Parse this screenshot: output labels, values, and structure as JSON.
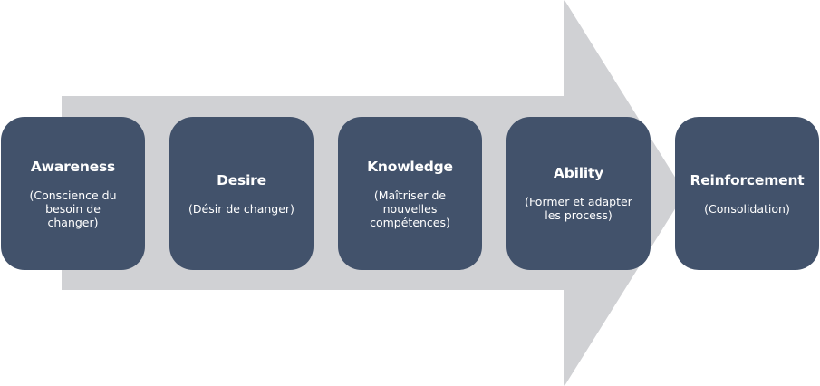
{
  "diagram": {
    "type": "process-arrow",
    "colors": {
      "arrow": "#d0d1d4",
      "box": "#42526b",
      "text": "#ffffff"
    },
    "steps": [
      {
        "title": "Awareness",
        "subtitle": "(Conscience du besoin de changer)"
      },
      {
        "title": "Desire",
        "subtitle": "(Désir de changer)"
      },
      {
        "title": "Knowledge",
        "subtitle": "(Maîtriser de nouvelles compétences)"
      },
      {
        "title": "Ability",
        "subtitle": "(Former et adapter les process)"
      },
      {
        "title": "Reinforcement",
        "subtitle": "(Consolidation)"
      }
    ]
  }
}
